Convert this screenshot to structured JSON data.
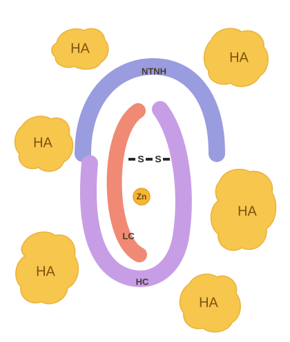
{
  "labels": {
    "ha": [
      "HA",
      "HA",
      "HA",
      "HA",
      "HA",
      "HA"
    ],
    "ntnh": "NTNH",
    "lc": "LC",
    "hc": "HC",
    "zn": "Zn",
    "s_left": "S",
    "s_right": "S"
  },
  "colors": {
    "ha_fill": "#f7c64c",
    "ntnh": "#9a9ce0",
    "hc": "#c79ee6",
    "lc": "#f08a74",
    "zn": "#f5b636",
    "disulfide": "#2a2a2a"
  }
}
